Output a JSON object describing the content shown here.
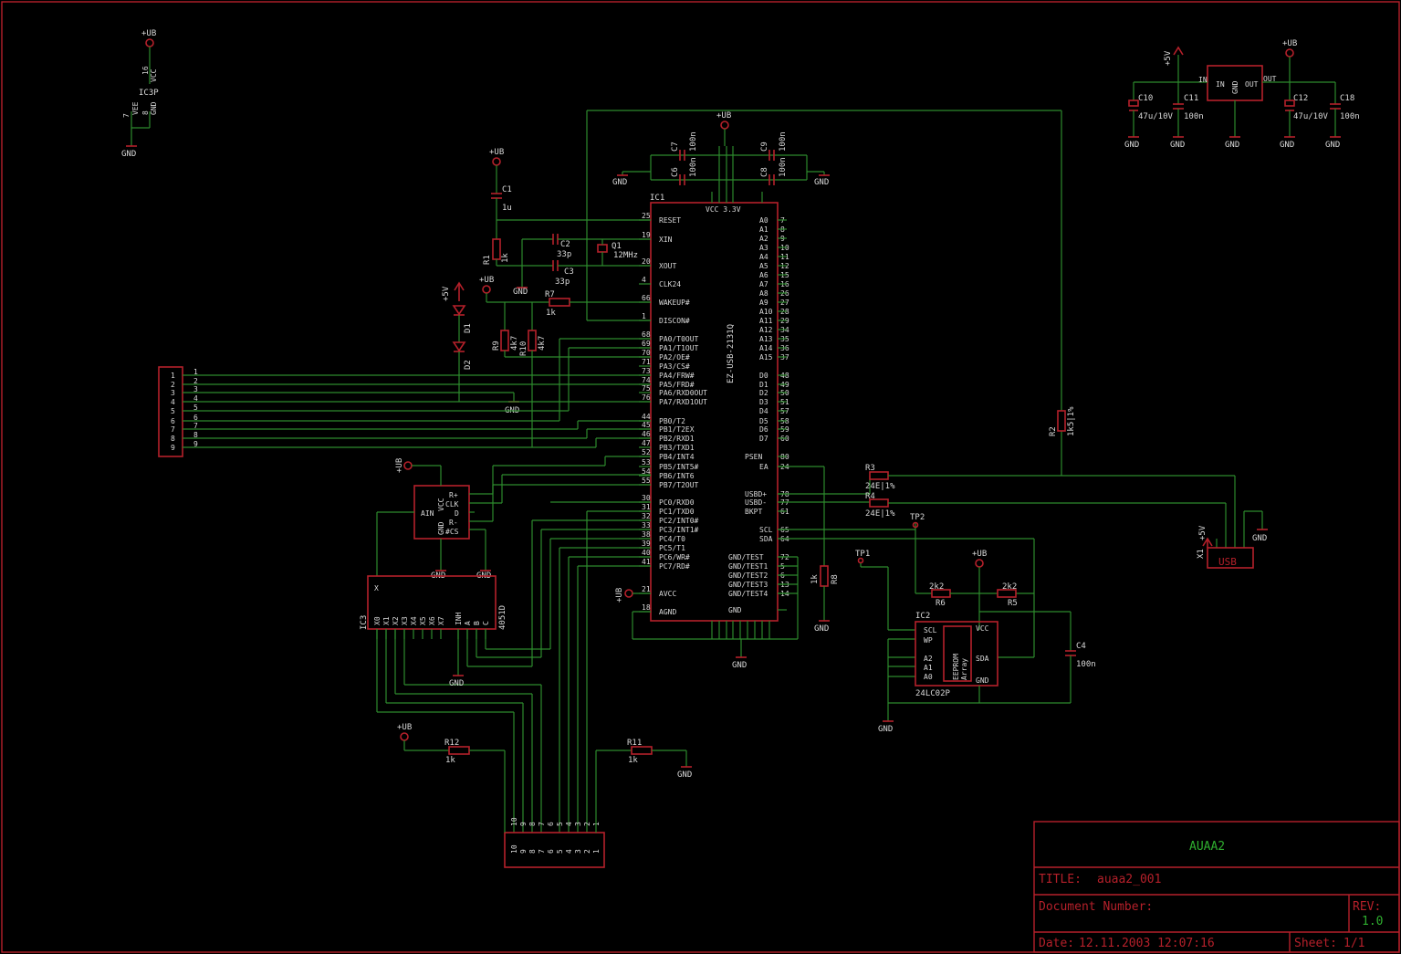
{
  "title_block": {
    "project": "AUAA2",
    "title_label": "TITLE:",
    "title_value": "auaa2_001",
    "docnum_label": "Document Number:",
    "rev_label": "REV:",
    "rev_value": "1.0",
    "date_label": "Date:",
    "date_value": "12.11.2003 12:07:16",
    "sheet_label": "Sheet:",
    "sheet_value": "1/1"
  },
  "ic1": {
    "ref": "IC1",
    "value": "EZ-USB-2131Q",
    "vcc": "VCC 3.3V",
    "left_pins": [
      {
        "name": "RESET",
        "num": "25"
      },
      {
        "name": "XIN",
        "num": "19"
      },
      {
        "name": "XOUT",
        "num": "20"
      },
      {
        "name": "CLK24",
        "num": "4"
      },
      {
        "name": "WAKEUP#",
        "num": "66"
      },
      {
        "name": "DISCON#",
        "num": "1"
      },
      {
        "name": "PA0/T0OUT",
        "num": "68"
      },
      {
        "name": "PA1/T1OUT",
        "num": "69"
      },
      {
        "name": "PA2/OE#",
        "num": "70"
      },
      {
        "name": "PA3/CS#",
        "num": "71"
      },
      {
        "name": "PA4/FRW#",
        "num": "73"
      },
      {
        "name": "PA5/FRD#",
        "num": "74"
      },
      {
        "name": "PA6/RXD0OUT",
        "num": "75"
      },
      {
        "name": "PA7/RXD1OUT",
        "num": "76"
      },
      {
        "name": "PB0/T2",
        "num": "44"
      },
      {
        "name": "PB1/T2EX",
        "num": "45"
      },
      {
        "name": "PB2/RXD1",
        "num": "46"
      },
      {
        "name": "PB3/TXD1",
        "num": "47"
      },
      {
        "name": "PB4/INT4",
        "num": "52"
      },
      {
        "name": "PB5/INT5#",
        "num": "53"
      },
      {
        "name": "PB6/INT6",
        "num": "54"
      },
      {
        "name": "PB7/T2OUT",
        "num": "55"
      },
      {
        "name": "PC0/RXD0",
        "num": "30"
      },
      {
        "name": "PC1/TXD0",
        "num": "31"
      },
      {
        "name": "PC2/INT0#",
        "num": "32"
      },
      {
        "name": "PC3/INT1#",
        "num": "33"
      },
      {
        "name": "PC4/T0",
        "num": "38"
      },
      {
        "name": "PC5/T1",
        "num": "39"
      },
      {
        "name": "PC6/WR#",
        "num": "40"
      },
      {
        "name": "PC7/RD#",
        "num": "41"
      },
      {
        "name": "AVCC",
        "num": "21"
      },
      {
        "name": "AGND",
        "num": "18"
      }
    ],
    "right_pins": [
      {
        "name": "A0",
        "num": "7"
      },
      {
        "name": "A1",
        "num": "8"
      },
      {
        "name": "A2",
        "num": "9"
      },
      {
        "name": "A3",
        "num": "10"
      },
      {
        "name": "A4",
        "num": "11"
      },
      {
        "name": "A5",
        "num": "12"
      },
      {
        "name": "A6",
        "num": "15"
      },
      {
        "name": "A7",
        "num": "16"
      },
      {
        "name": "A8",
        "num": "26"
      },
      {
        "name": "A9",
        "num": "27"
      },
      {
        "name": "A10",
        "num": "28"
      },
      {
        "name": "A11",
        "num": "29"
      },
      {
        "name": "A12",
        "num": "34"
      },
      {
        "name": "A13",
        "num": "35"
      },
      {
        "name": "A14",
        "num": "36"
      },
      {
        "name": "A15",
        "num": "37"
      },
      {
        "name": "D0",
        "num": "48"
      },
      {
        "name": "D1",
        "num": "49"
      },
      {
        "name": "D2",
        "num": "50"
      },
      {
        "name": "D3",
        "num": "51"
      },
      {
        "name": "D4",
        "num": "57"
      },
      {
        "name": "D5",
        "num": "58"
      },
      {
        "name": "D6",
        "num": "59"
      },
      {
        "name": "D7",
        "num": "60"
      },
      {
        "name": "PSEN",
        "num": "80"
      },
      {
        "name": "EA",
        "num": "24"
      },
      {
        "name": "USBD+",
        "num": "78"
      },
      {
        "name": "USBD-",
        "num": "77"
      },
      {
        "name": "BKPT",
        "num": "61"
      },
      {
        "name": "SCL",
        "num": "65"
      },
      {
        "name": "SDA",
        "num": "64"
      },
      {
        "name": "GND/TEST",
        "num": "72"
      },
      {
        "name": "GND/TEST1",
        "num": "5"
      },
      {
        "name": "GND/TEST2",
        "num": "6"
      },
      {
        "name": "GND/TEST3",
        "num": "13"
      },
      {
        "name": "GND/TEST4",
        "num": "14"
      },
      {
        "name": "GND",
        "num": ""
      }
    ]
  },
  "labels": {
    "ub": "+UB",
    "p5v": "+5V",
    "gnd": "GND",
    "c1": "C1",
    "c1v": "1u",
    "r1": "R1",
    "r1v": "1k",
    "c2": "C2",
    "c2v": "33p",
    "c3": "C3",
    "c3v": "33p",
    "q1": "Q1",
    "q1v": "12MHz",
    "c6": "C6",
    "c7": "C7",
    "c8": "C8",
    "c9": "C9",
    "c100n": "100n",
    "r7": "R7",
    "r7v": "1k",
    "r9": "R9",
    "r10": "R10",
    "r4k7": "4k7",
    "d1": "D1",
    "d2": "D2",
    "r2": "R2",
    "r2v": "1k5|1%",
    "r3": "R3",
    "r4": "R4",
    "r34v": "24E|1%",
    "tp1": "TP1",
    "tp2": "TP2",
    "r5": "R5",
    "r6": "R6",
    "r56v": "2k2",
    "r8": "R8",
    "r8v": "1k",
    "ic2": "IC2",
    "ic2v": "24LC02P",
    "eeprom": "EEPROM",
    "array": "Array",
    "c4": "C4",
    "c4v": "100n",
    "x1": "X1",
    "usb": "USB",
    "ic3": "IC3",
    "ic3v": "4051D",
    "ic3p": "IC3P",
    "vcc": "VCC",
    "vee": "VEE",
    "r11": "R11",
    "r12": "R12",
    "r1112v": "1k",
    "c10": "C10",
    "c12": "C12",
    "c47u": "47u/10V",
    "c11": "C11",
    "c18": "C18",
    "reg_in": "IN",
    "reg_gnd": "GND",
    "reg_out": "OUT"
  },
  "adc": {
    "pins": [
      "VCC",
      "AIN",
      "R+",
      "CLK",
      "D",
      "R-",
      "#CS",
      "GND"
    ]
  },
  "mux": {
    "pins": [
      "X",
      "X0",
      "X1",
      "X2",
      "X3",
      "X4",
      "X5",
      "X6",
      "X7",
      "INH",
      "A",
      "B",
      "C"
    ]
  }
}
